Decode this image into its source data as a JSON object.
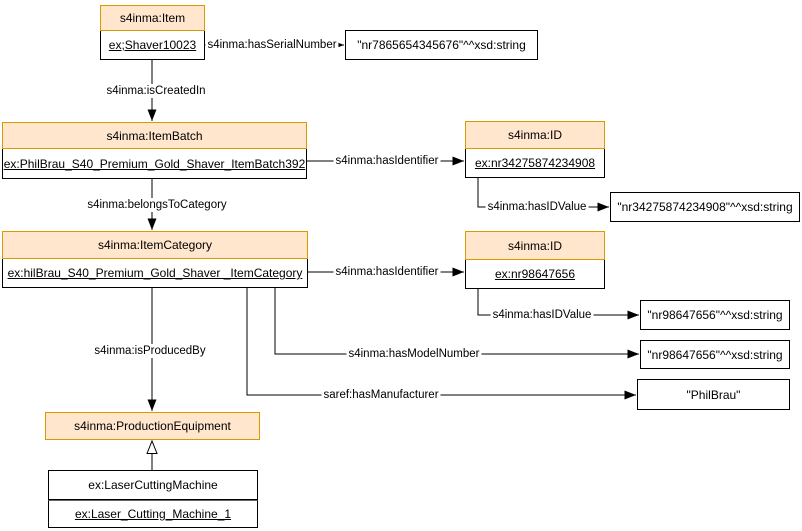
{
  "diagram": {
    "title": "s4inma item provenance diagram",
    "colors": {
      "class_header_fill": "#FFE6CC",
      "class_header_border": "#D79B00",
      "box_border": "#000000",
      "line_color": "#000000",
      "background": "#FFFFFF"
    },
    "nodes": {
      "item": {
        "type_label": "s4inma:Item",
        "instance_label": "ex;Shaver10023"
      },
      "item_batch": {
        "type_label": "s4inma:ItemBatch",
        "instance_label": "ex:PhilBrau_S40_Premium_Gold_Shaver_ItemBatch392"
      },
      "id1": {
        "type_label": "s4inma:ID",
        "instance_label": "ex:nr34275874234908"
      },
      "item_category": {
        "type_label": "s4inma:ItemCategory",
        "instance_label": "ex:hilBrau_S40_Premium_Gold_Shaver _ItemCategory"
      },
      "id2": {
        "type_label": "s4inma:ID",
        "instance_label": "ex:nr98647656"
      },
      "production_equipment": {
        "type_label": "s4inma:ProductionEquipment"
      },
      "laser_cutting_machine": {
        "type_label": "ex:LaserCuttingMachine",
        "instance_label": "ex:Laser_Cutting_Machine_1"
      }
    },
    "literals": {
      "serial_number": "\"nr7865654345676\"^^xsd:string",
      "id_value_1": "\"nr34275874234908\"^^xsd:string",
      "id_value_2": "\"nr98647656\"^^xsd:string",
      "model_number": "\"nr98647656\"^^xsd:string",
      "manufacturer": "\"PhilBrau\""
    },
    "edges": {
      "has_serial_number": "s4inma:hasSerialNumber",
      "is_created_in": "s4inma:isCreatedIn",
      "has_identifier_1": "s4inma:hasIdentifier",
      "has_id_value_1": "s4inma:hasIDValue",
      "belongs_to_category": "s4inma:belongsToCategory",
      "has_identifier_2": "s4inma:hasIdentifier",
      "has_id_value_2": "s4inma:hasIDValue",
      "has_model_number": "s4inma:hasModelNumber",
      "has_manufacturer": "saref:hasManufacturer",
      "is_produced_by": "s4inma:isProducedBy"
    }
  }
}
